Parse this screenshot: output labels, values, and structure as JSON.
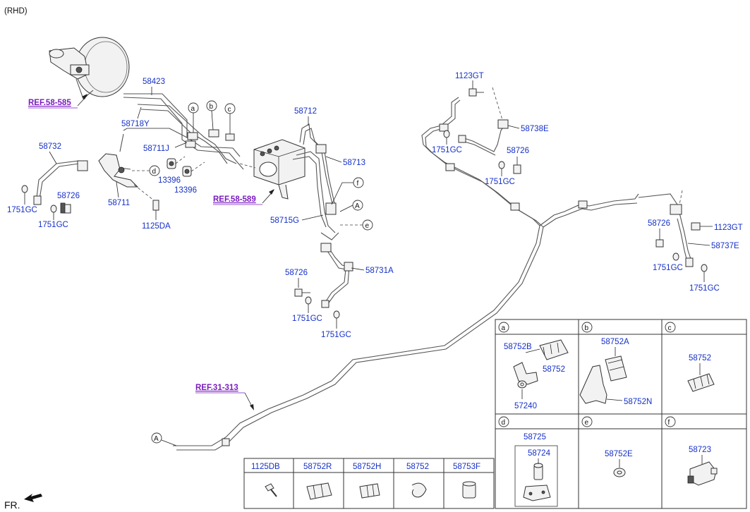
{
  "variant": "(RHD)",
  "front_label": "FR.",
  "refs": {
    "ref1": "REF.58-585",
    "ref2": "REF.58-589",
    "ref3": "REF.31-313"
  },
  "callouts": {
    "a": "a",
    "b": "b",
    "c": "c",
    "d": "d",
    "e": "e",
    "f": "f",
    "A1": "A",
    "A2": "A"
  },
  "labels": {
    "p58423": "58423",
    "p58718Y": "58718Y",
    "p58711J": "58711J",
    "p58732": "58732",
    "p1751GC_1": "1751GC",
    "p58726_1": "58726",
    "p1751GC_2": "1751GC",
    "p58711": "58711",
    "p1125DA": "1125DA",
    "p13396_1": "13396",
    "p13396_2": "13396",
    "p58712": "58712",
    "p58713": "58713",
    "p58715G": "58715G",
    "p58726_2": "58726",
    "p58731A": "58731A",
    "p1751GC_3": "1751GC",
    "p1751GC_4": "1751GC",
    "p1123GT_1": "1123GT",
    "p58738E": "58738E",
    "p1751GC_5": "1751GC",
    "p58726_3": "58726",
    "p1751GC_6": "1751GC",
    "p58726_4": "58726",
    "p1123GT_2": "1123GT",
    "p58737E": "58737E",
    "p1751GC_7": "1751GC",
    "p1751GC_8": "1751GC"
  },
  "detail_grid": {
    "cells": [
      {
        "key": "a",
        "parts": [
          "58752B",
          "58752",
          "57240"
        ]
      },
      {
        "key": "b",
        "parts": [
          "58752A",
          "58752N"
        ]
      },
      {
        "key": "c",
        "parts": [
          "58752"
        ]
      },
      {
        "key": "d",
        "parts": [
          "58725",
          "58724"
        ]
      },
      {
        "key": "e",
        "parts": [
          "58752E"
        ]
      },
      {
        "key": "f",
        "parts": [
          "58723"
        ]
      }
    ]
  },
  "bottom_table": {
    "headers": [
      "1125DB",
      "58752R",
      "58752H",
      "58752",
      "58753F"
    ]
  }
}
